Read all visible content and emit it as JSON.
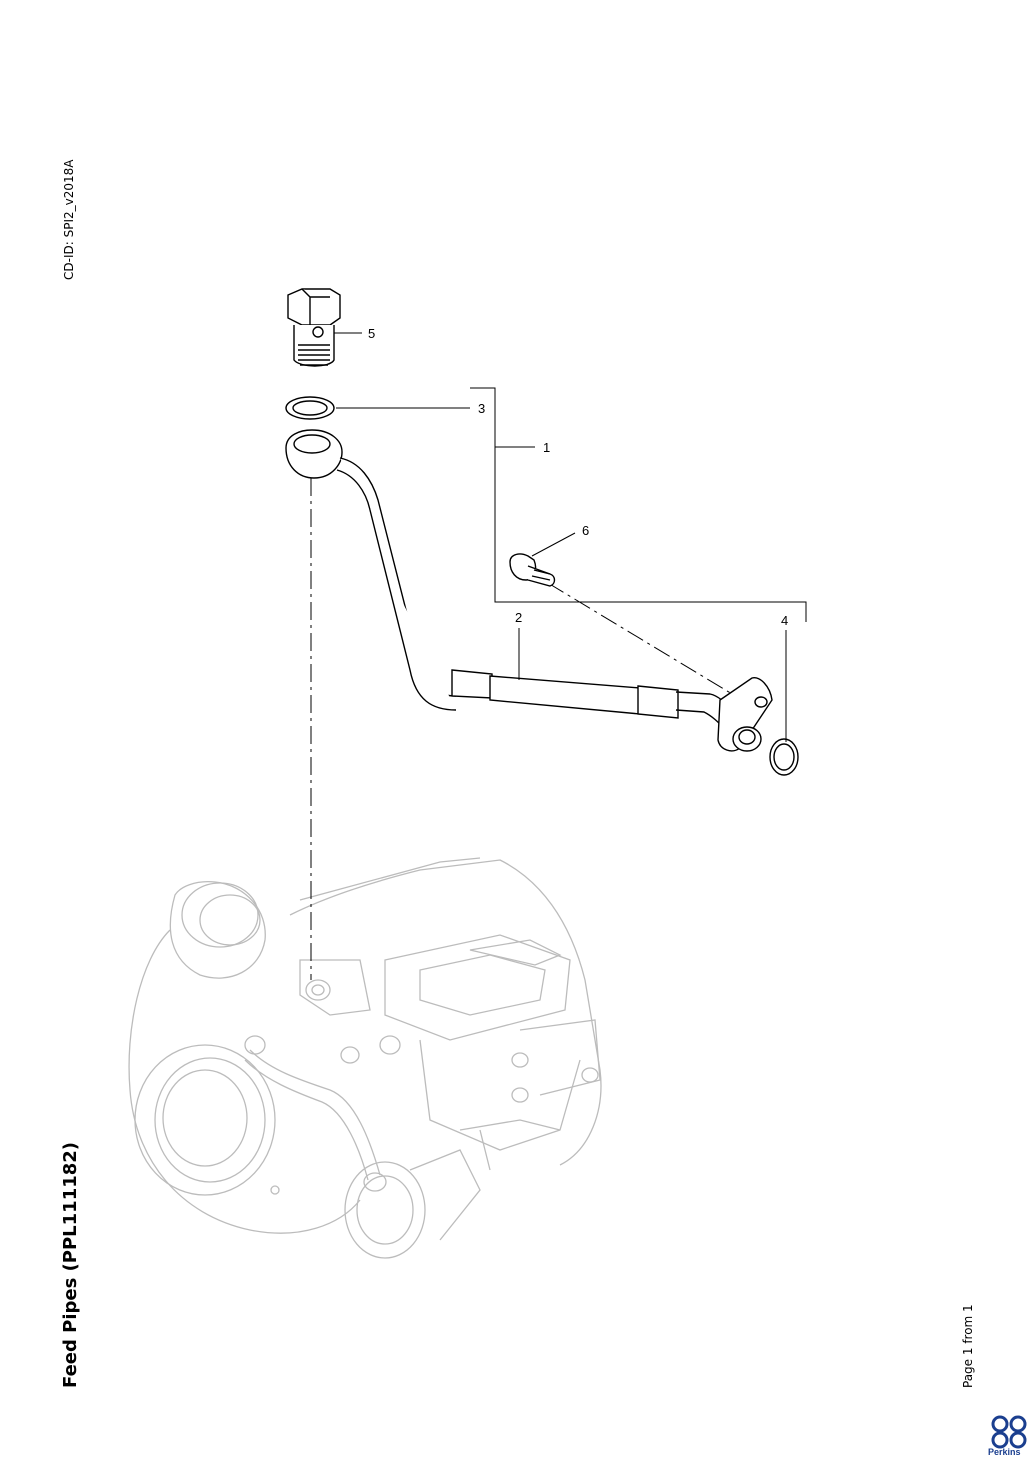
{
  "document": {
    "cd_id": "CD-ID: SPI2_v2018A",
    "title": "Feed Pipes (PPL111182)",
    "page_label": "Page 1 from 1"
  },
  "callouts": [
    "1",
    "2",
    "3",
    "4",
    "5",
    "6"
  ],
  "brand": {
    "name": "Perkins",
    "color": "#1b3f8f"
  },
  "colors": {
    "line": "#000000",
    "ghost": "#bcbcbc"
  }
}
